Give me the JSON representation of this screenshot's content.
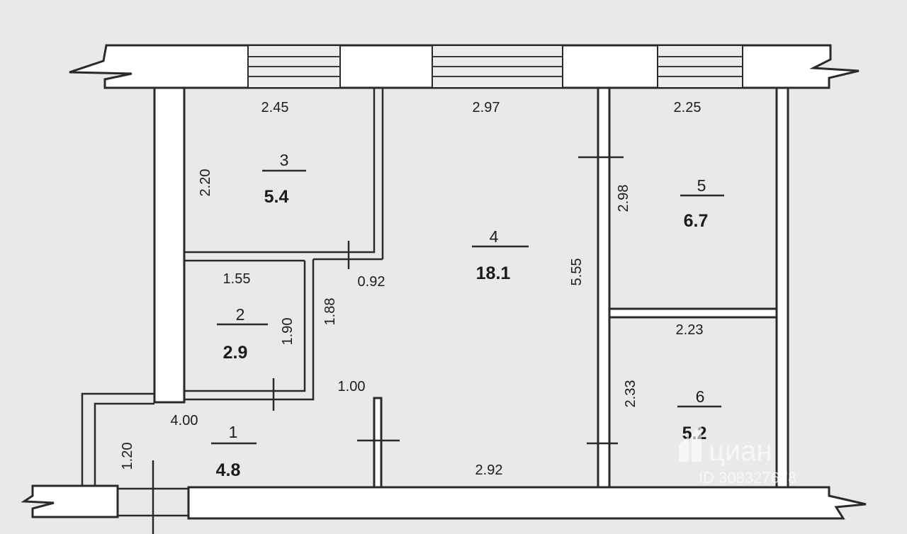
{
  "rooms": [
    {
      "number": "1",
      "area": "4.8"
    },
    {
      "number": "2",
      "area": "2.9"
    },
    {
      "number": "3",
      "area": "5.4"
    },
    {
      "number": "4",
      "area": "18.1"
    },
    {
      "number": "5",
      "area": "6.7"
    },
    {
      "number": "6",
      "area": "5.2"
    }
  ],
  "dimensions": {
    "room3_width": "2.45",
    "room3_height": "2.20",
    "room4_top": "2.97",
    "room5_top": "2.25",
    "room5_height": "2.98",
    "room4_height": "5.55",
    "room2_width": "1.55",
    "room2_height": "1.90",
    "corridor_height": "1.88",
    "passage_width": "0.92",
    "room6_width": "2.23",
    "room6_height": "2.33",
    "door_width": "1.00",
    "hall_width": "4.00",
    "hall_height": "1.20",
    "room4_bottom": "2.92"
  },
  "watermark": {
    "brand": "циан",
    "id": "ID 308327678"
  },
  "colors": {
    "paper": "#e9e9e7",
    "wall": "#ffffff",
    "line": "#2a2a2a"
  }
}
